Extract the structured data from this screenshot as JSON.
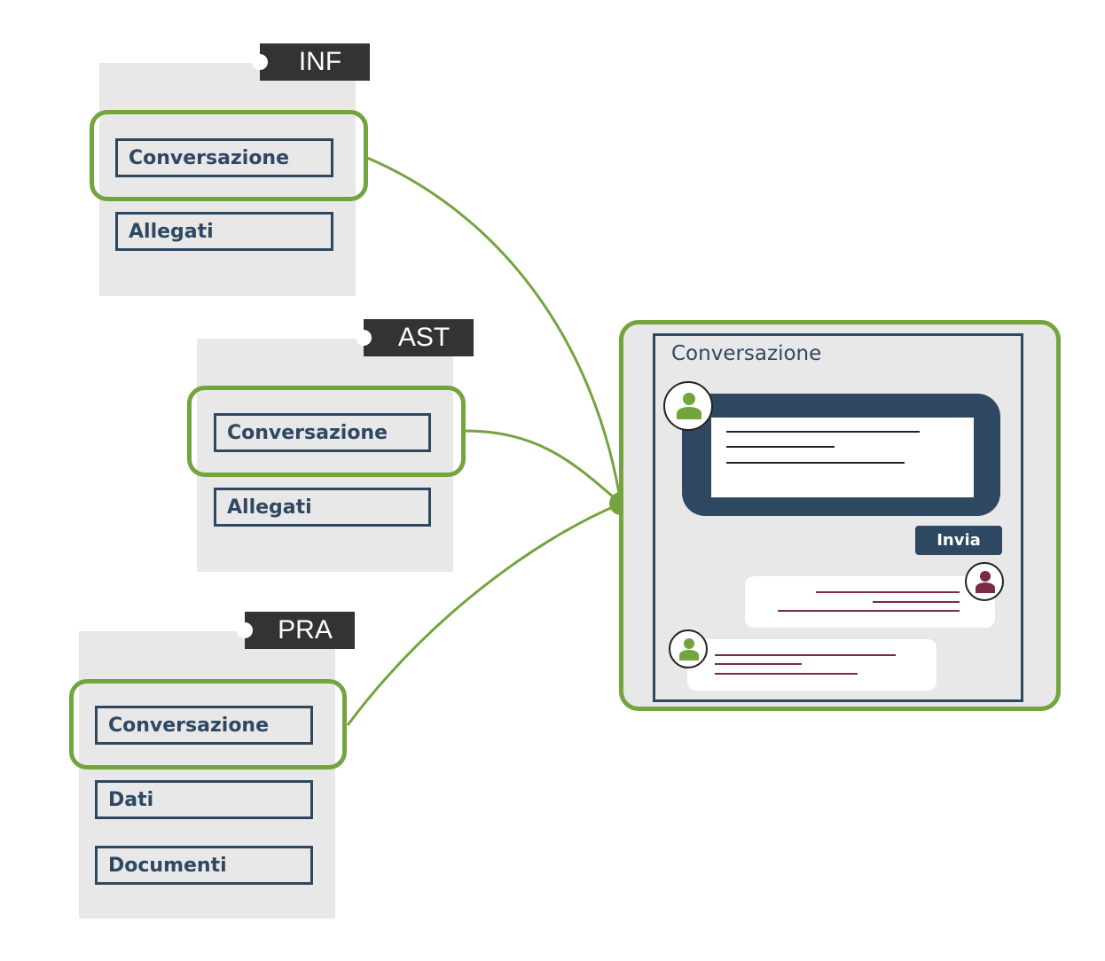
{
  "colors": {
    "accent_green": "#74a43e",
    "navy": "#2f4862",
    "panel_gray": "#e8e8e8",
    "tag_dark": "#333333",
    "message_red": "#7a2a45"
  },
  "groups": {
    "inf": {
      "tag": "INF",
      "items": [
        "Conversazione",
        "Allegati"
      ]
    },
    "ast": {
      "tag": "AST",
      "items": [
        "Conversazione",
        "Allegati"
      ]
    },
    "pra": {
      "tag": "PRA",
      "items": [
        "Conversazione",
        "Dati",
        "Documenti"
      ]
    }
  },
  "detail": {
    "title": "Conversazione",
    "send_label": "Invia",
    "avatar_icons": [
      "user-icon",
      "user-icon",
      "user-icon"
    ]
  }
}
